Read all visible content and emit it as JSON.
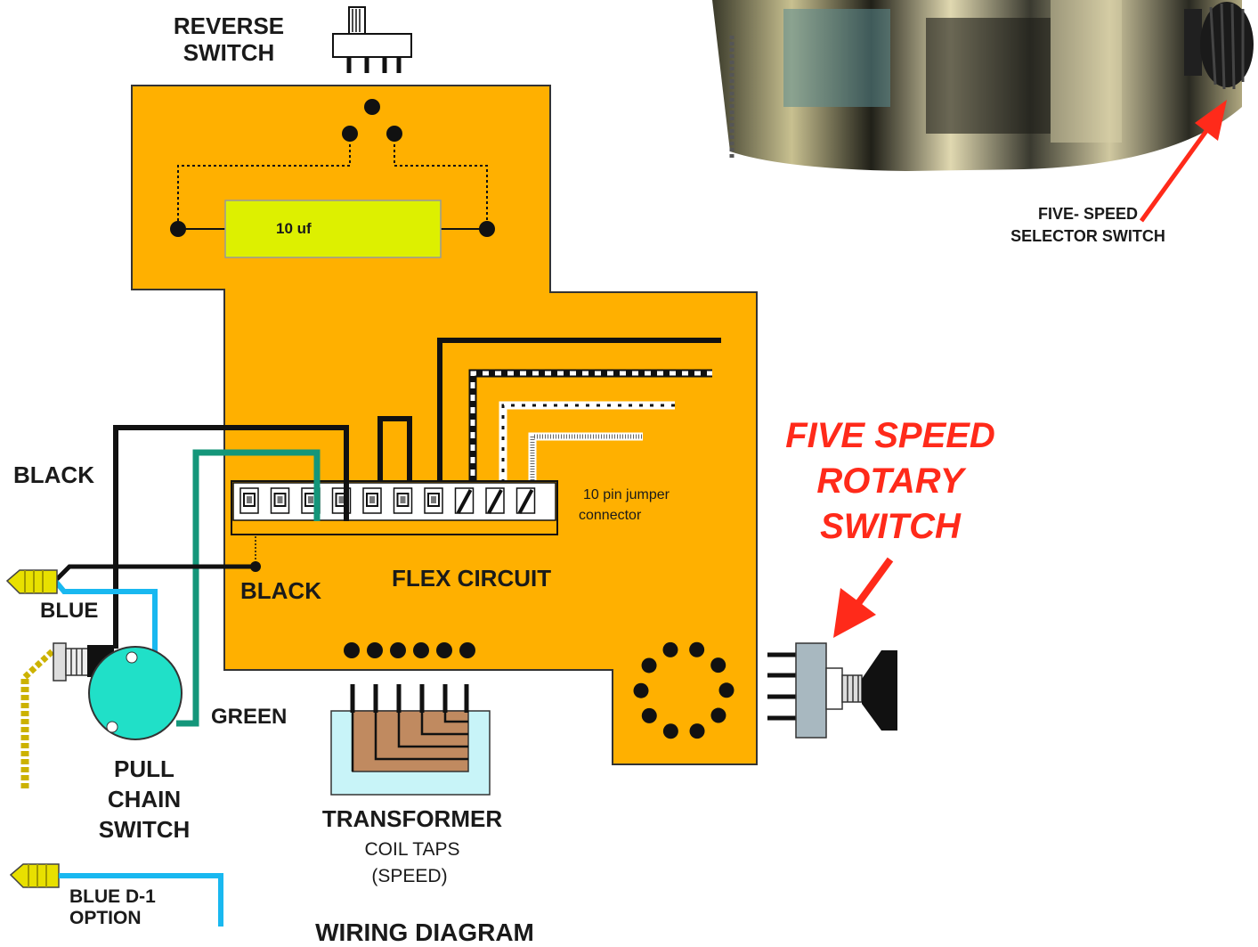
{
  "diagram": {
    "title": "WIRING DIAGRAM",
    "reverse_switch": [
      "REVERSE",
      "SWITCH"
    ],
    "capacitor": "10 uf",
    "wire_black_left": "BLACK",
    "wire_black_inner": "BLACK",
    "wire_blue": "BLUE",
    "wire_green": "GREEN",
    "flex_circuit": "FLEX CIRCUIT",
    "connector": [
      "10 pin jumper",
      "connector"
    ],
    "pull_chain_switch": [
      "PULL",
      "CHAIN",
      "SWITCH"
    ],
    "transformer": "TRANSFORMER",
    "coil_taps": [
      "COIL TAPS",
      "(SPEED)"
    ],
    "blue_option": [
      "BLUE D-1",
      "OPTION"
    ],
    "rotary_switch": [
      "FIVE SPEED",
      "ROTARY",
      "SWITCH"
    ],
    "selector_switch": [
      "FIVE- SPEED",
      "SELECTOR SWITCH"
    ]
  },
  "colors": {
    "board": "#ffb000",
    "capacitor": "#ddf000",
    "wire_black": "#111111",
    "wire_blue": "#19b8f0",
    "wire_green": "#14967a",
    "pull_switch": "#20e0c8",
    "transformer_box": "#c8f4f8",
    "coil": "#c08a60",
    "rotary_body": "#a8b8c0",
    "callout_red": "#ff2a1a",
    "wire_nut": "#e8e000"
  }
}
